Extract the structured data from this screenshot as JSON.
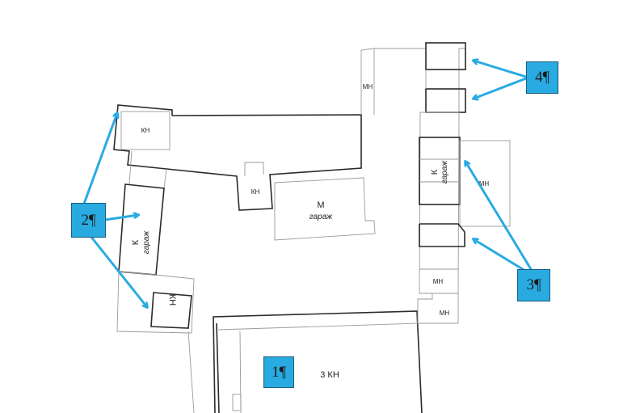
{
  "rooms": {
    "kn_top_left": "КН",
    "kn_center": "КН",
    "m_garage_letter": "М",
    "m_garage_label": "гараж",
    "k_garage_left_letter": "К",
    "k_garage_left_label": "гараж",
    "kn_bottom_left": "КН",
    "mn_top": "МН",
    "k_garage_right_letter": "К",
    "k_garage_right_label": "гараж",
    "mn_right": "МН",
    "mn_lower": "МН",
    "mn_bottom": "МН",
    "kn_3": "3 КН"
  },
  "callouts": {
    "c1": "1¶",
    "c2": "2¶",
    "c3": "3¶",
    "c4": "4¶"
  },
  "colors": {
    "callout": "#29abe2",
    "arrow": "#29abe2"
  }
}
